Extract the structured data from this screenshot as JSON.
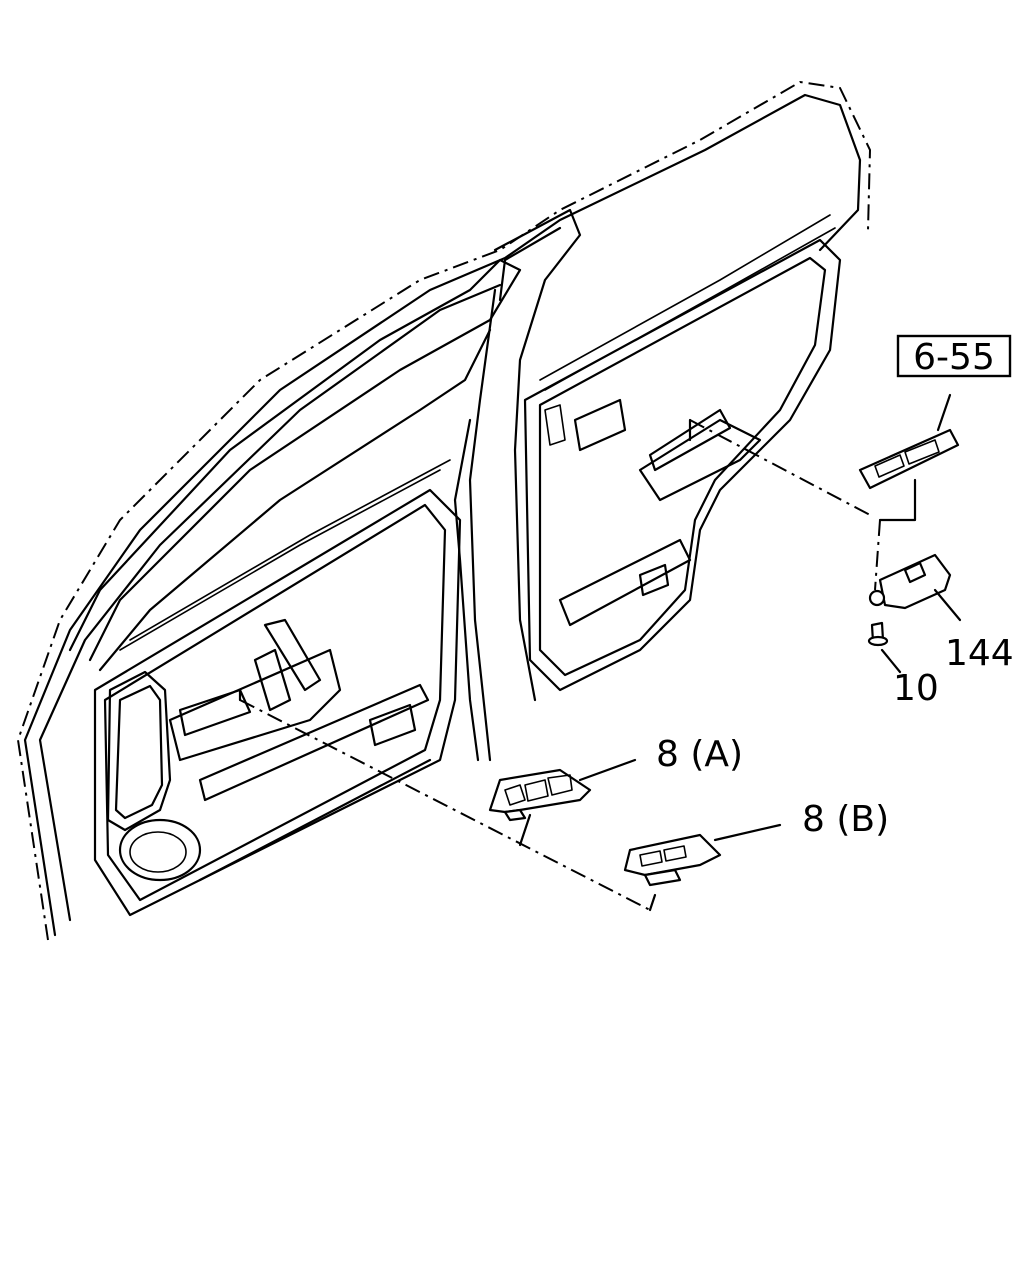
{
  "labels": {
    "ref_box": "6-55",
    "part_144": "144",
    "part_10": "10",
    "part_8a": "8 (A)",
    "part_8b": "8 (B)"
  }
}
